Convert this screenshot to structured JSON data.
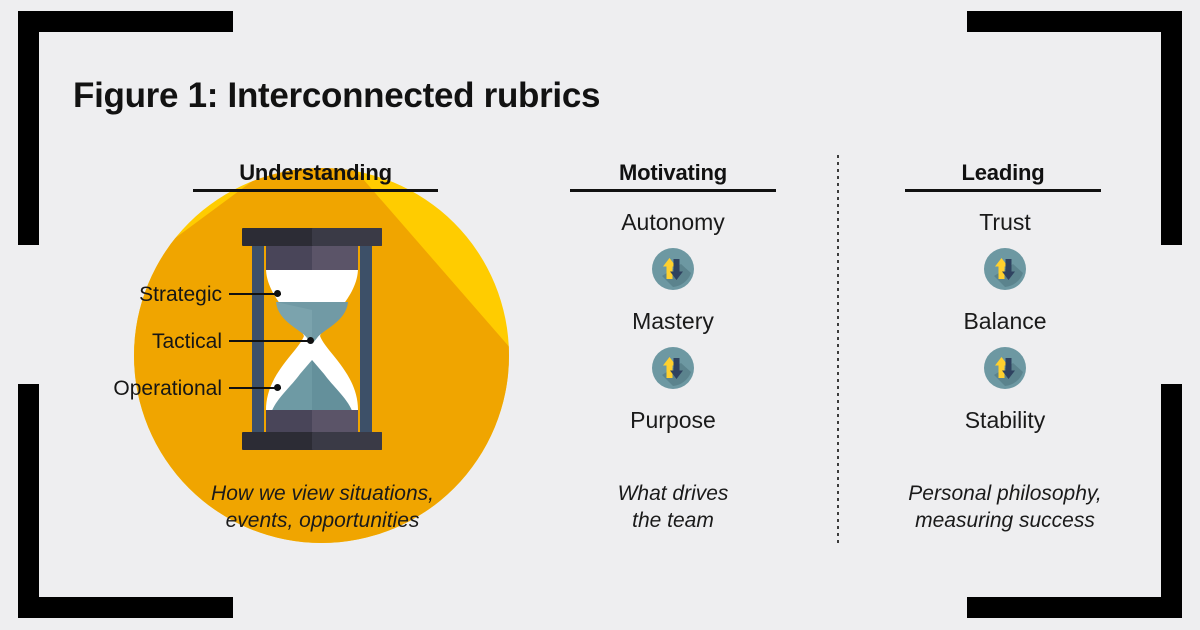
{
  "figure": {
    "title": "Figure 1: Interconnected rubrics",
    "background_color": "#eeeef0",
    "frame_color": "#000000",
    "accent_yellow": "#ffcc00",
    "accent_yellow_shadow": "#f0a500",
    "accent_teal": "#5e8b95",
    "accent_navy": "#2f3f5a"
  },
  "columns": [
    {
      "key": "understanding",
      "header": "Understanding",
      "illustration": "hourglass-icon",
      "labels": [
        {
          "text": "Strategic"
        },
        {
          "text": "Tactical"
        },
        {
          "text": "Operational"
        }
      ],
      "caption_line1": "How we view situations,",
      "caption_line2": "events, opportunities"
    },
    {
      "key": "motivating",
      "header": "Motivating",
      "items": [
        "Autonomy",
        "Mastery",
        "Purpose"
      ],
      "icon": "up-down-arrows-icon",
      "caption_line1": "What drives",
      "caption_line2": "the team"
    },
    {
      "key": "leading",
      "header": "Leading",
      "items": [
        "Trust",
        "Balance",
        "Stability"
      ],
      "icon": "up-down-arrows-icon",
      "caption_line1": "Personal philosophy,",
      "caption_line2": "measuring success"
    }
  ]
}
